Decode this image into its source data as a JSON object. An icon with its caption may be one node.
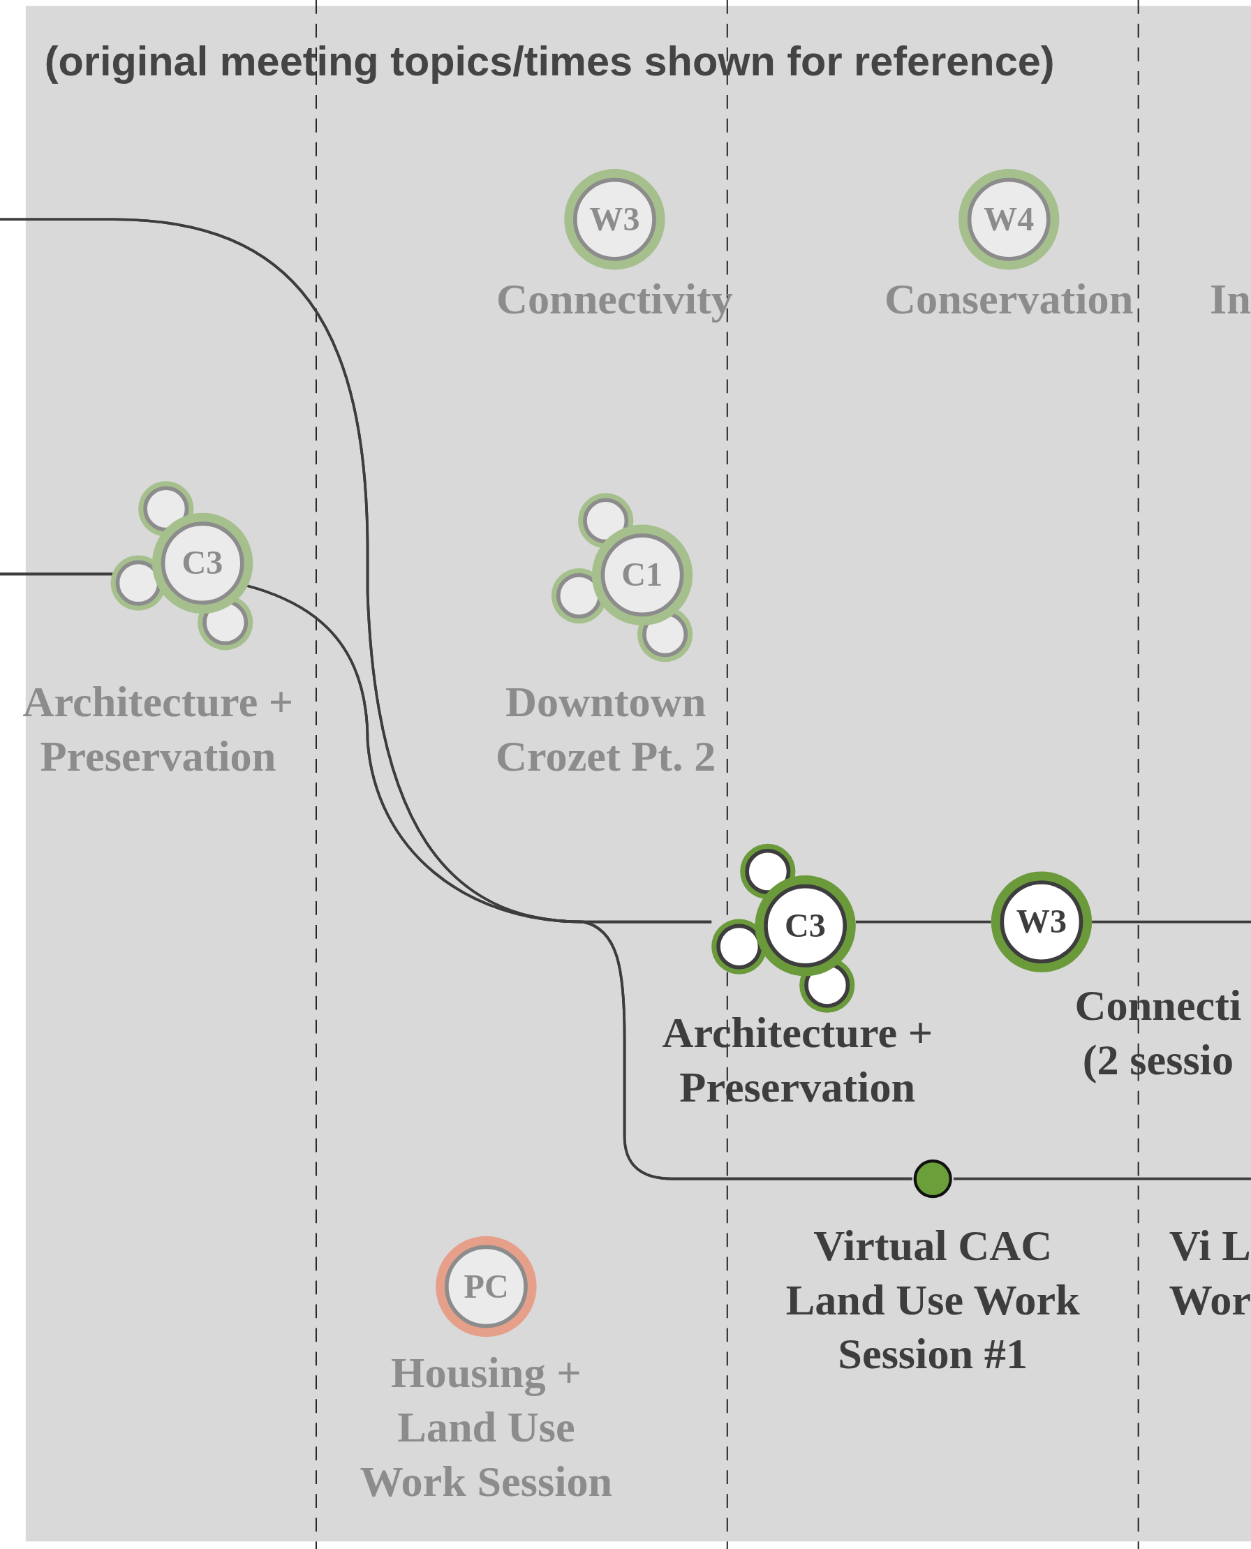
{
  "diagram": {
    "title": "(original meeting topics/times shown for reference)",
    "nodes": [
      {
        "text": [
          "W3"
        ],
        "beside": [
          "Connectivity"
        ]
      },
      {
        "text": [
          "W4"
        ],
        "beside": [
          "Conservation"
        ]
      },
      {
        "text": [
          "C3"
        ],
        "beside": [
          "Architecture + Preservation"
        ]
      },
      {
        "text": [
          "C1"
        ],
        "beside": [
          "Downtown Crozet Pt. 2"
        ]
      },
      {
        "text": [
          "C3"
        ],
        "beside": [
          "Architecture + Preservation"
        ]
      },
      {
        "text": [
          "W3"
        ],
        "beside": [
          "Connecti (2 sessio"
        ]
      },
      {
        "text": [],
        "shape": "circle",
        "beside": [
          "Virtual CAC Land Use Work Session #1"
        ]
      },
      {
        "text": [
          "PC"
        ],
        "beside": [
          "Housing + Land Use Work Session"
        ]
      }
    ],
    "edges": [
      {
        "from": null,
        "to": 4,
        "arrow": "none"
      },
      {
        "from": null,
        "to": 4,
        "arrow": "none"
      },
      {
        "from": null,
        "to": 6,
        "arrow": "none"
      },
      {
        "from": null,
        "to": 6,
        "arrow": "none"
      },
      {
        "from": 4,
        "to": 5,
        "arrow": "none"
      },
      {
        "from": 5,
        "to": null,
        "arrow": "none"
      },
      {
        "from": 6,
        "to": null,
        "arrow": "none"
      }
    ],
    "labels": [
      "In",
      "Vi L Wor"
    ]
  }
}
